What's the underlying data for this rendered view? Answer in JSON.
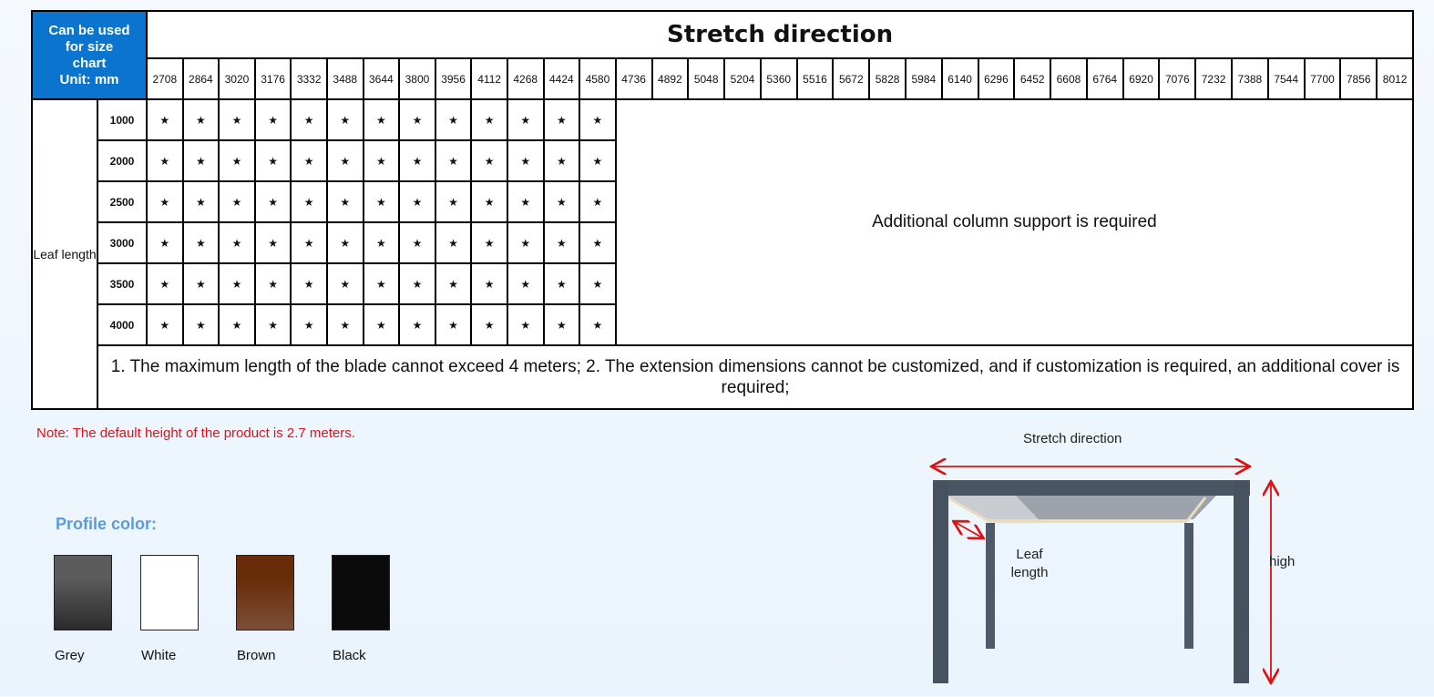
{
  "table": {
    "corner_lines": [
      "Can be used",
      "for size",
      "chart",
      "Unit: mm"
    ],
    "title": "Stretch direction",
    "columns": [
      "2708",
      "2864",
      "3020",
      "3176",
      "3332",
      "3488",
      "3644",
      "3800",
      "3956",
      "4112",
      "4268",
      "4424",
      "4580",
      "4736",
      "4892",
      "5048",
      "5204",
      "5360",
      "5516",
      "5672",
      "5828",
      "5984",
      "6140",
      "6296",
      "6452",
      "6608",
      "6764",
      "6920",
      "7076",
      "7232",
      "7388",
      "7544",
      "7700",
      "7856",
      "8012"
    ],
    "starred_column_count": 13,
    "row_header": "Leaf length",
    "rows": [
      "1000",
      "2000",
      "2500",
      "3000",
      "3500",
      "4000"
    ],
    "mark": "★",
    "extra_text": "Additional column support is required",
    "footnote": "1. The maximum length of the blade cannot exceed 4 meters; 2. The extension dimensions cannot be customized, and if customization is required, an additional cover is required;"
  },
  "note": "Note: The default height of the product is 2.7 meters.",
  "profile": {
    "title": "Profile color:",
    "colors": [
      {
        "name": "Grey",
        "top": "#5c5c5c",
        "bottom": "#2b2b2b"
      },
      {
        "name": "White",
        "top": "#ffffff",
        "bottom": "#ffffff"
      },
      {
        "name": "Brown",
        "top": "#682c08",
        "bottom": "#7c4e37"
      },
      {
        "name": "Black",
        "top": "#0b0b0b",
        "bottom": "#0b0b0b"
      }
    ]
  },
  "diagram": {
    "stretch_label": "Stretch direction",
    "leaf_label": "Leaf length",
    "high_label": "high",
    "arrow_color": "#e01010",
    "frame_color": "#4a5563"
  }
}
